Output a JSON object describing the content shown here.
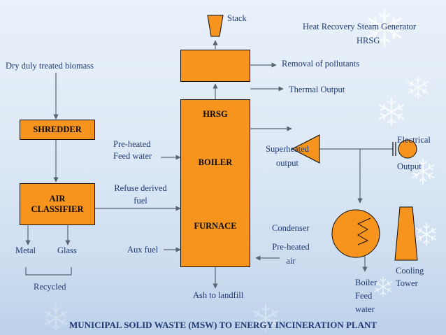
{
  "labels": {
    "stack": "Stack",
    "hrsg_title": "Heat Recovery Steam Generator",
    "hrsg_abbr": "HRSG",
    "biomass": "Dry duly treated biomass",
    "removal": "Removal of pollutants",
    "thermal": "Thermal Output",
    "preheated_feed_1": "Pre-heated",
    "preheated_feed_2": "Feed water",
    "superheated_1": "Superheated",
    "superheated_2": "output",
    "electrical_1": "Electrical",
    "electrical_2": "Output",
    "rdf_1": "Refuse derived",
    "rdf_2": "fuel",
    "condenser": "Condenser",
    "metal": "Metal",
    "glass": "Glass",
    "aux_fuel": "Aux fuel",
    "preheated_air_1": "Pre-heated",
    "preheated_air_2": "air",
    "cooling_1": "Cooling",
    "cooling_2": "Tower",
    "recycled": "Recycled",
    "boiler_feed_1": "Boiler",
    "boiler_feed_2": "Feed",
    "boiler_feed_3": "water",
    "ash": "Ash to landfill"
  },
  "boxes": {
    "shredder": "SHREDDER",
    "air_classifier_1": "AIR",
    "air_classifier_2": "CLASSIFIER",
    "hrsg": "HRSG",
    "boiler": "BOILER",
    "furnace": "FURNACE"
  },
  "title": "MUNICIPAL SOLID WASTE (MSW) TO ENERGY INCINERATION PLANT",
  "colors": {
    "box_fill": "#f7941d",
    "text": "#1f3a73",
    "line": "#5a6474",
    "background": "#dfeaf6"
  }
}
